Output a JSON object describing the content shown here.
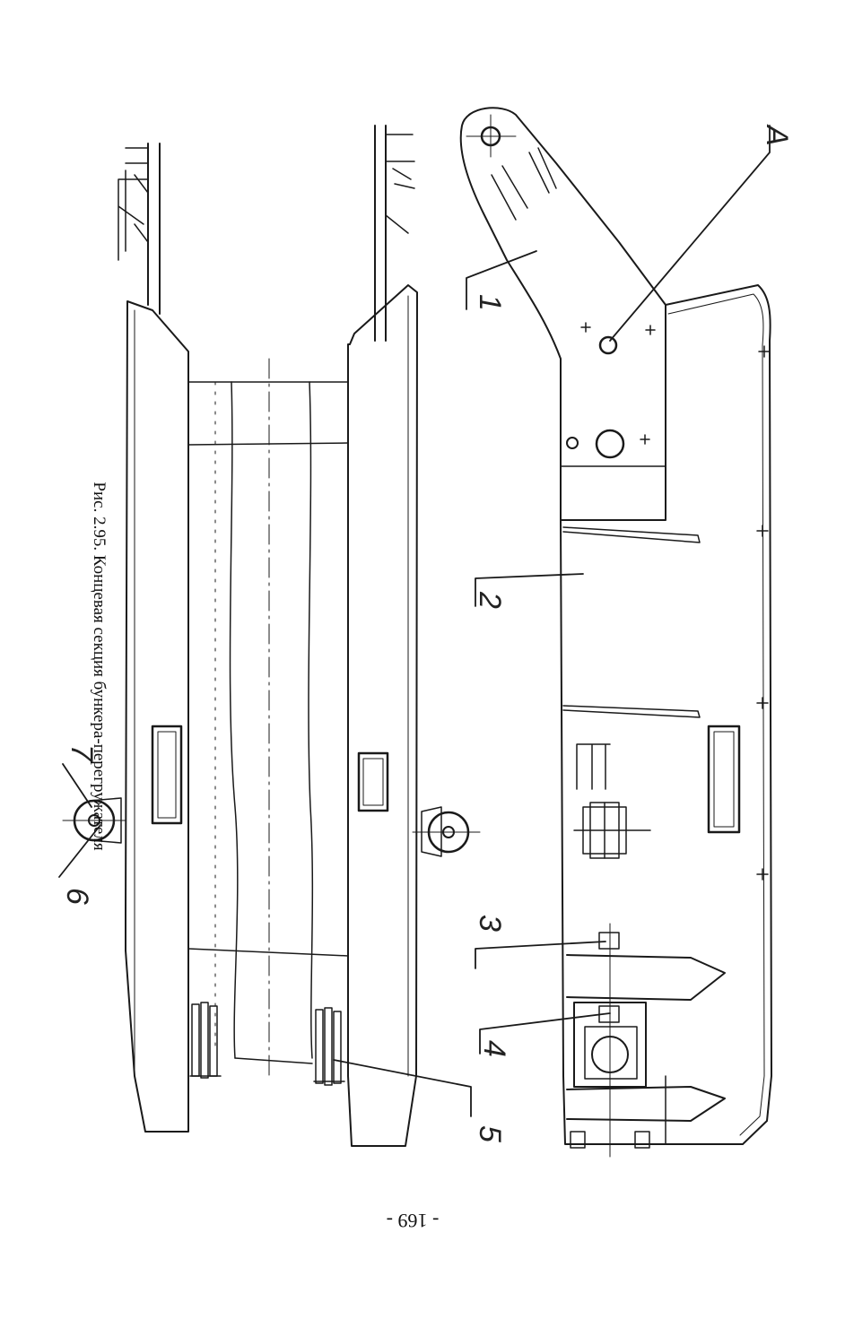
{
  "figure": {
    "caption": "Рис. 2.95. Концевая секция бункера-перегружателя",
    "page_number": "- 169 -",
    "callouts": [
      "1",
      "2",
      "3",
      "4",
      "5",
      "6",
      "7",
      "A"
    ]
  }
}
